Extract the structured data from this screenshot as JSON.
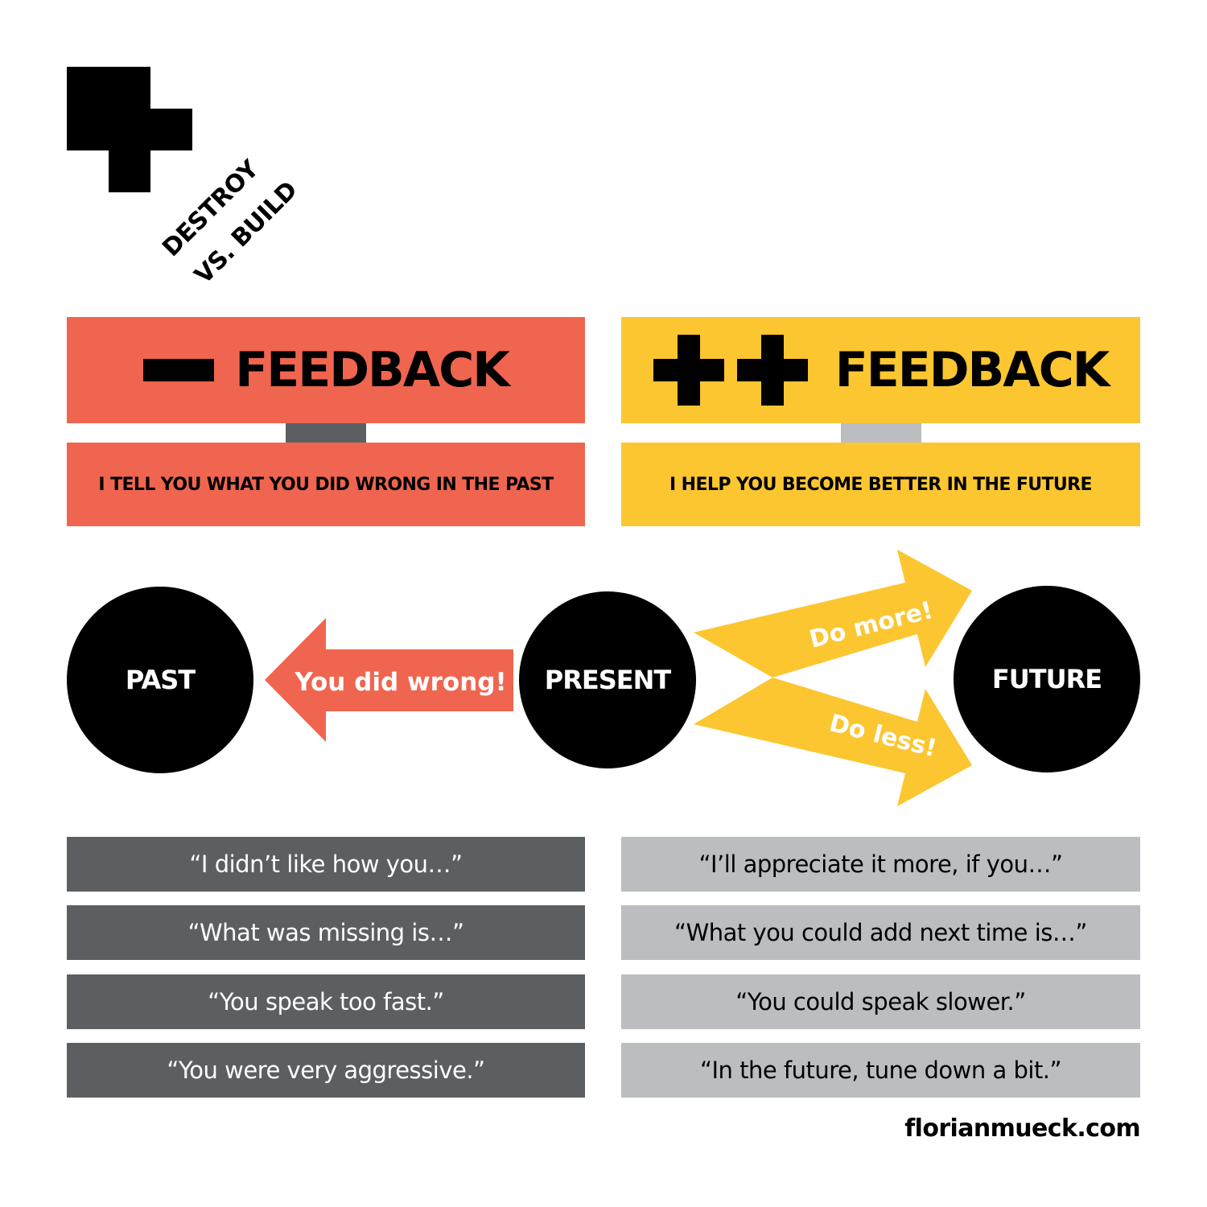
{
  "logo": {
    "line1": "DESTROY",
    "line2": "VS. BUILD"
  },
  "negative": {
    "title": "FEEDBACK",
    "subtitle": "I TELL YOU WHAT YOU DID WRONG IN THE PAST",
    "arrow_label": "You did wrong!",
    "quotes": [
      "“I didn’t like how you…”",
      "“What was missing is…”",
      "“You speak too fast.”",
      "“You were very aggressive.”"
    ]
  },
  "positive": {
    "title": "FEEDBACK",
    "subtitle": "I HELP YOU BECOME BETTER IN THE FUTURE",
    "arrow_up_label": "Do more!",
    "arrow_down_label": "Do less!",
    "quotes": [
      "“I’ll appreciate it more, if you…”",
      "“What you could add next time is…”",
      "“You could speak slower.”",
      "“In the future, tune down a bit.”"
    ]
  },
  "timeline": {
    "past": "PAST",
    "present": "PRESENT",
    "future": "FUTURE"
  },
  "footer": {
    "site": "florianmueck.com"
  },
  "colors": {
    "negative": "#f0654f",
    "positive": "#fcc631",
    "dark_gray": "#5c5f62",
    "light_gray": "#bbbdc0"
  }
}
